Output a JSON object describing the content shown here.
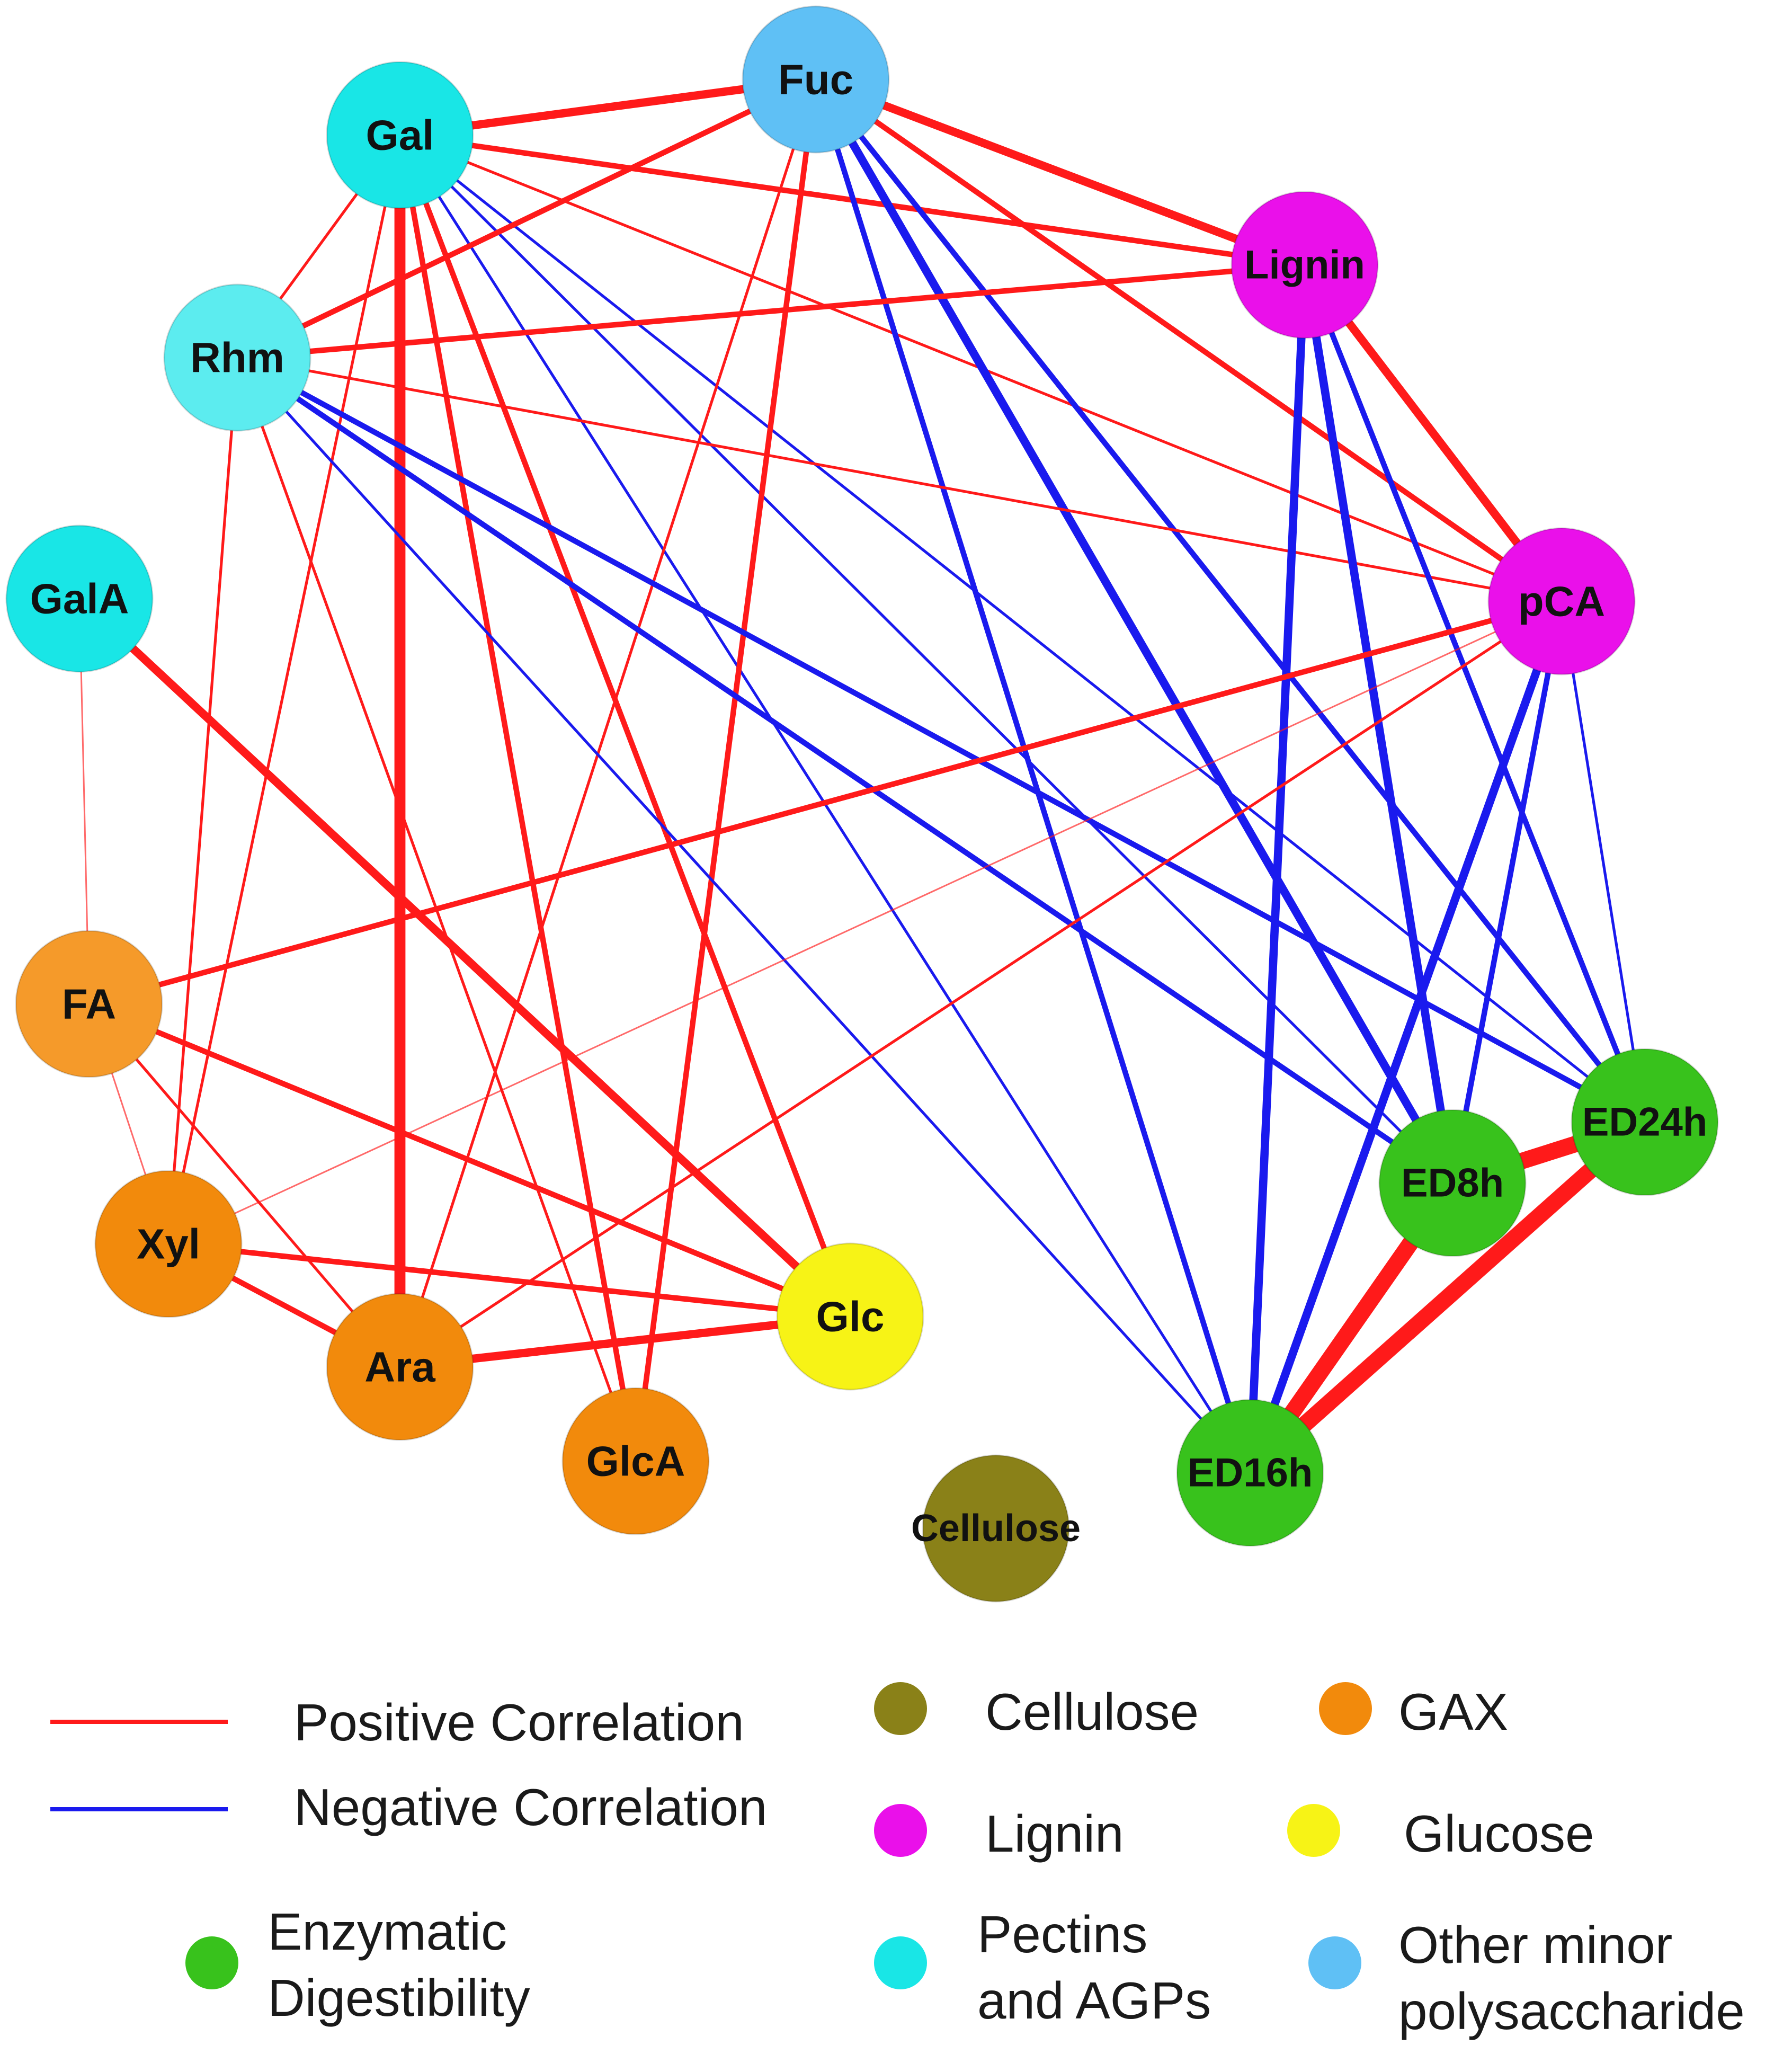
{
  "nodes": [
    {
      "id": "fuc",
      "label": "Fuc",
      "color": "#5fc0f5"
    },
    {
      "id": "gal",
      "label": "Gal",
      "color": "#19e6e6"
    },
    {
      "id": "lignin",
      "label": "Lignin",
      "color": "#ea10ea"
    },
    {
      "id": "rhm",
      "label": "Rhm",
      "color": "#5cecef"
    },
    {
      "id": "pca",
      "label": "pCA",
      "color": "#ea10ea"
    },
    {
      "id": "gala",
      "label": "GalA",
      "color": "#19e6e6"
    },
    {
      "id": "fa",
      "label": "FA",
      "color": "#f59a2a"
    },
    {
      "id": "xyl",
      "label": "Xyl",
      "color": "#f28a0c"
    },
    {
      "id": "ara",
      "label": "Ara",
      "color": "#f28a0c"
    },
    {
      "id": "glca",
      "label": "GlcA",
      "color": "#f28a0c"
    },
    {
      "id": "glc",
      "label": "Glc",
      "color": "#f7f316"
    },
    {
      "id": "cellulose",
      "label": "Cellulose",
      "color": "#8a8118"
    },
    {
      "id": "ed16h",
      "label": "ED16h",
      "color": "#38c21c"
    },
    {
      "id": "ed8h",
      "label": "ED8h",
      "color": "#38c21c"
    },
    {
      "id": "ed24h",
      "label": "ED24h",
      "color": "#38c21c"
    }
  ],
  "edges": [
    {
      "from": "gal",
      "to": "fuc",
      "sign": "positive",
      "strength": 3
    },
    {
      "from": "gal",
      "to": "lignin",
      "sign": "positive",
      "strength": 2
    },
    {
      "from": "gal",
      "to": "rhm",
      "sign": "positive",
      "strength": 1
    },
    {
      "from": "gal",
      "to": "pca",
      "sign": "positive",
      "strength": 1
    },
    {
      "from": "gal",
      "to": "ara",
      "sign": "positive",
      "strength": 4
    },
    {
      "from": "gal",
      "to": "xyl",
      "sign": "positive",
      "strength": 1
    },
    {
      "from": "gal",
      "to": "glca",
      "sign": "positive",
      "strength": 2
    },
    {
      "from": "gal",
      "to": "glc",
      "sign": "positive",
      "strength": 2
    },
    {
      "from": "gal",
      "to": "ed16h",
      "sign": "negative",
      "strength": 1
    },
    {
      "from": "gal",
      "to": "ed8h",
      "sign": "negative",
      "strength": 1
    },
    {
      "from": "gal",
      "to": "ed24h",
      "sign": "negative",
      "strength": 1
    },
    {
      "from": "fuc",
      "to": "rhm",
      "sign": "positive",
      "strength": 2
    },
    {
      "from": "fuc",
      "to": "lignin",
      "sign": "positive",
      "strength": 3
    },
    {
      "from": "fuc",
      "to": "pca",
      "sign": "positive",
      "strength": 2
    },
    {
      "from": "fuc",
      "to": "ara",
      "sign": "positive",
      "strength": 1
    },
    {
      "from": "fuc",
      "to": "glca",
      "sign": "positive",
      "strength": 2
    },
    {
      "from": "fuc",
      "to": "ed16h",
      "sign": "negative",
      "strength": 2
    },
    {
      "from": "fuc",
      "to": "ed8h",
      "sign": "negative",
      "strength": 3
    },
    {
      "from": "fuc",
      "to": "ed24h",
      "sign": "negative",
      "strength": 2
    },
    {
      "from": "rhm",
      "to": "lignin",
      "sign": "positive",
      "strength": 2
    },
    {
      "from": "rhm",
      "to": "pca",
      "sign": "positive",
      "strength": 1
    },
    {
      "from": "rhm",
      "to": "xyl",
      "sign": "positive",
      "strength": 1
    },
    {
      "from": "rhm",
      "to": "glca",
      "sign": "positive",
      "strength": 1
    },
    {
      "from": "rhm",
      "to": "ed16h",
      "sign": "negative",
      "strength": 1
    },
    {
      "from": "rhm",
      "to": "ed8h",
      "sign": "negative",
      "strength": 2
    },
    {
      "from": "rhm",
      "to": "ed24h",
      "sign": "negative",
      "strength": 2
    },
    {
      "from": "lignin",
      "to": "pca",
      "sign": "positive",
      "strength": 3
    },
    {
      "from": "lignin",
      "to": "ed16h",
      "sign": "negative",
      "strength": 3
    },
    {
      "from": "lignin",
      "to": "ed8h",
      "sign": "negative",
      "strength": 3
    },
    {
      "from": "lignin",
      "to": "ed24h",
      "sign": "negative",
      "strength": 2
    },
    {
      "from": "pca",
      "to": "fa",
      "sign": "positive",
      "strength": 2
    },
    {
      "from": "pca",
      "to": "xyl",
      "sign": "positive",
      "strength": 0.5
    },
    {
      "from": "pca",
      "to": "ara",
      "sign": "positive",
      "strength": 1
    },
    {
      "from": "pca",
      "to": "ed16h",
      "sign": "negative",
      "strength": 3
    },
    {
      "from": "pca",
      "to": "ed8h",
      "sign": "negative",
      "strength": 2
    },
    {
      "from": "pca",
      "to": "ed24h",
      "sign": "negative",
      "strength": 1
    },
    {
      "from": "gala",
      "to": "fa",
      "sign": "positive",
      "strength": 0.5
    },
    {
      "from": "gala",
      "to": "glc",
      "sign": "positive",
      "strength": 3
    },
    {
      "from": "fa",
      "to": "xyl",
      "sign": "positive",
      "strength": 0.5
    },
    {
      "from": "fa",
      "to": "ara",
      "sign": "positive",
      "strength": 1
    },
    {
      "from": "fa",
      "to": "glc",
      "sign": "positive",
      "strength": 2
    },
    {
      "from": "xyl",
      "to": "ara",
      "sign": "positive",
      "strength": 2
    },
    {
      "from": "xyl",
      "to": "glc",
      "sign": "positive",
      "strength": 2
    },
    {
      "from": "ara",
      "to": "glc",
      "sign": "positive",
      "strength": 3
    },
    {
      "from": "ed16h",
      "to": "ed8h",
      "sign": "positive",
      "strength": 6
    },
    {
      "from": "ed16h",
      "to": "ed24h",
      "sign": "positive",
      "strength": 6
    },
    {
      "from": "ed8h",
      "to": "ed24h",
      "sign": "positive",
      "strength": 6
    }
  ],
  "edge_colors": {
    "positive": "#ff1a1a",
    "negative": "#1a1aee"
  },
  "legend": {
    "positive_label": "Positive Correlation",
    "negative_label": "Negative Correlation",
    "categories": [
      {
        "lines": [
          "Cellulose"
        ],
        "color": "#8a8118"
      },
      {
        "lines": [
          "GAX"
        ],
        "color": "#f28a0c"
      },
      {
        "lines": [
          "Lignin"
        ],
        "color": "#ea10ea"
      },
      {
        "lines": [
          "Glucose"
        ],
        "color": "#f7f316"
      },
      {
        "lines": [
          "Enzymatic",
          "Digestibility"
        ],
        "color": "#38c21c"
      },
      {
        "lines": [
          "Pectins",
          "and AGPs"
        ],
        "color": "#19e6e6"
      },
      {
        "lines": [
          "Other minor",
          "polysaccharide"
        ],
        "color": "#5fc0f5"
      }
    ]
  }
}
